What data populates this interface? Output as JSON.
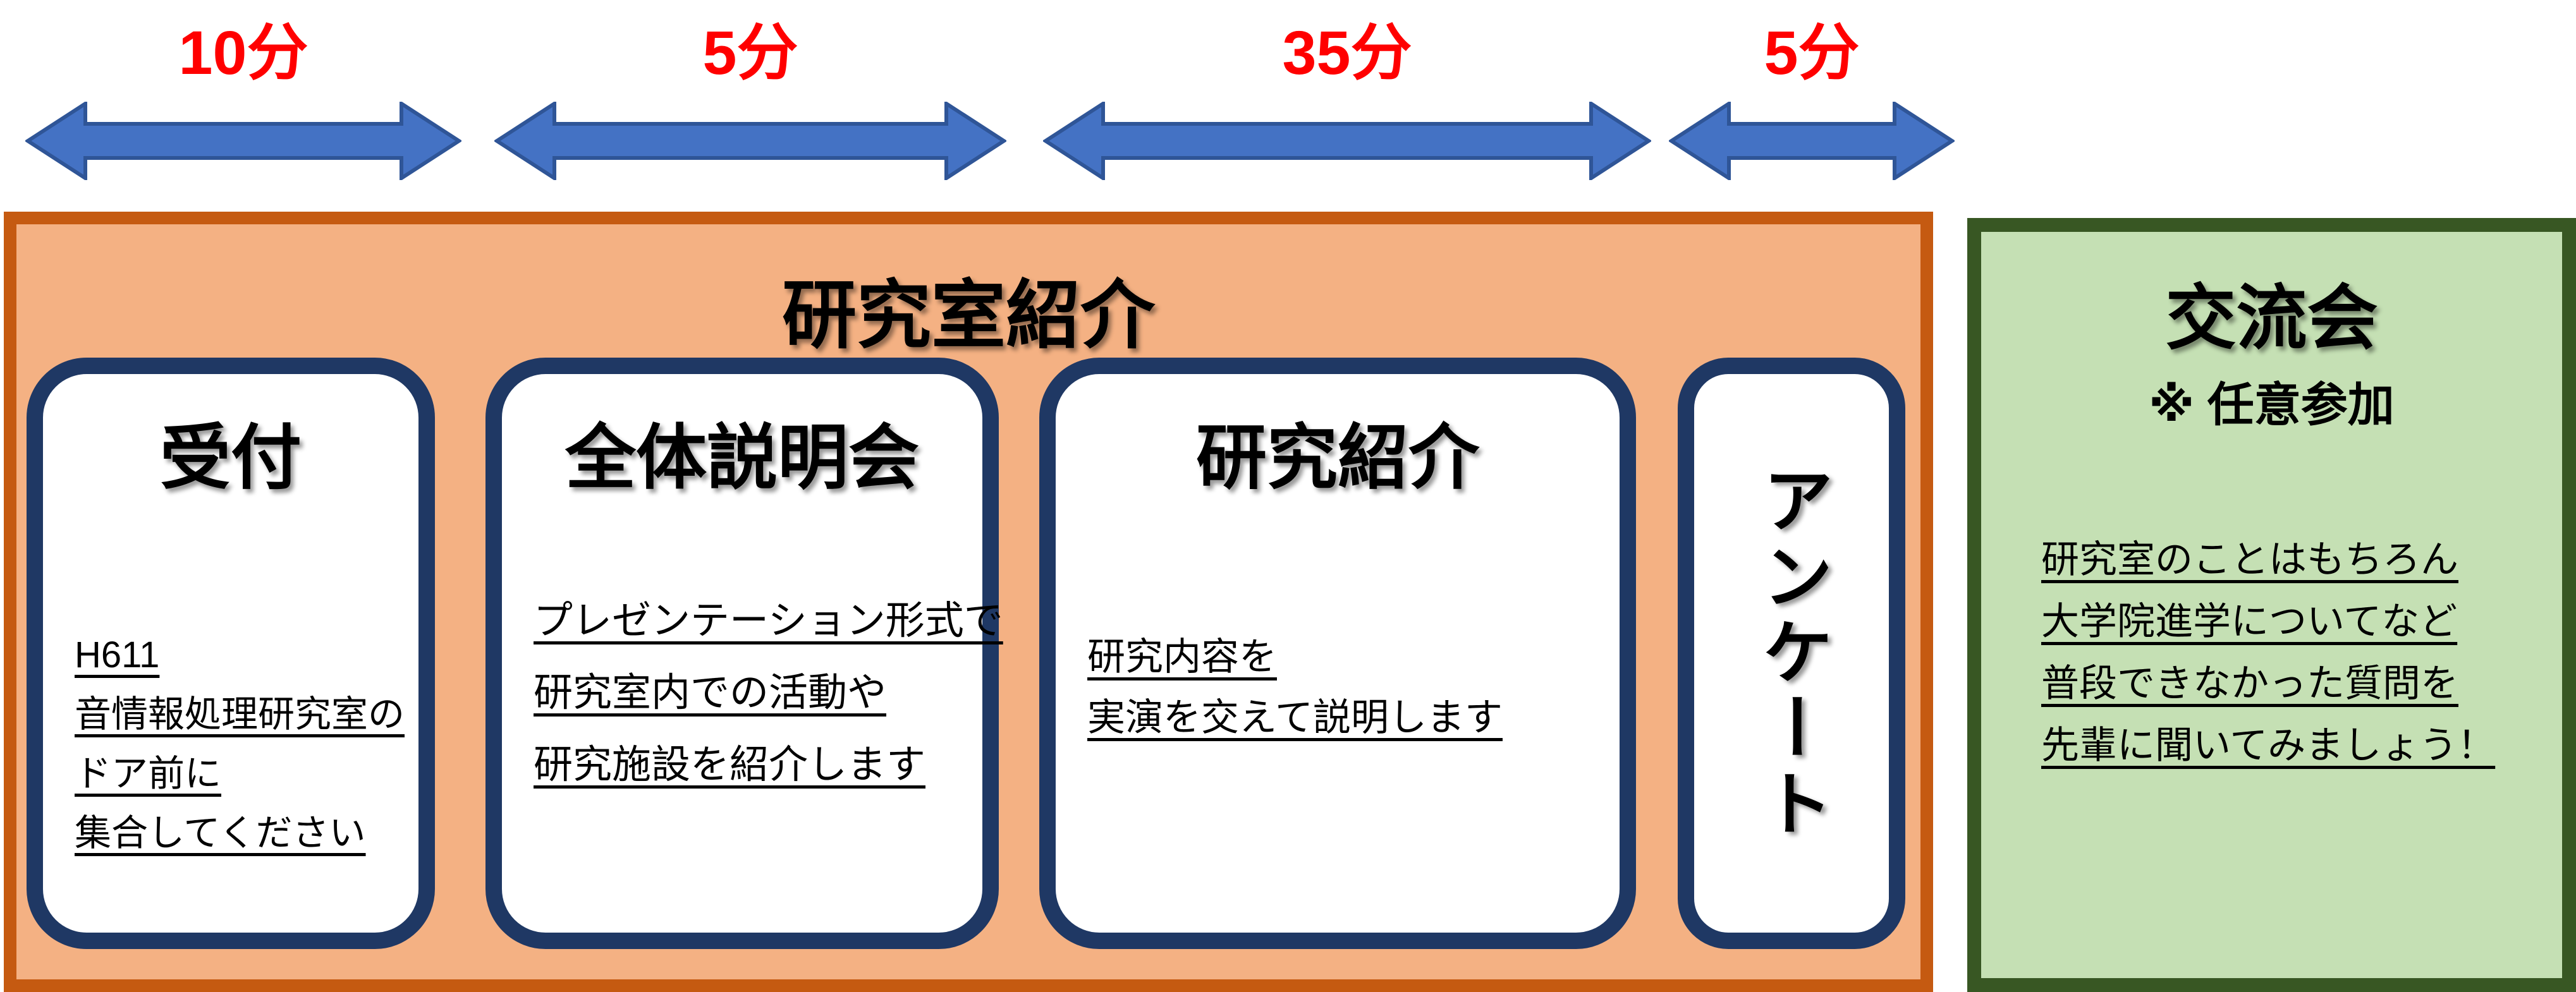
{
  "timeline": {
    "segments": [
      {
        "duration": "10分"
      },
      {
        "duration": "5分"
      },
      {
        "duration": "35分"
      },
      {
        "duration": "5分"
      }
    ]
  },
  "lab_intro": {
    "title": "研究室紹介",
    "steps": [
      {
        "title": "受付",
        "lines": [
          "H611",
          "音情報処理研究室の",
          "ドア前に",
          "集合してください"
        ]
      },
      {
        "title": "全体説明会",
        "lines": [
          "プレゼンテーション形式で",
          "研究室内での活動や",
          "研究施設を紹介します"
        ]
      },
      {
        "title": "研究紹介",
        "lines": [
          "研究内容を",
          "実演を交えて説明します"
        ]
      },
      {
        "title": "アンケート",
        "lines": []
      }
    ]
  },
  "social": {
    "title": "交流会",
    "note": "※ 任意参加",
    "lines": [
      "研究室のことはもちろん",
      "大学院進学についてなど",
      "普段できなかった質問を",
      "先輩に聞いてみましょう！"
    ]
  },
  "colors": {
    "arrow_fill": "#4472C4",
    "arrow_outline": "#2F5597",
    "duration_text": "#FF0000",
    "lab_panel_fill": "#F4B183",
    "lab_panel_border": "#C55A11",
    "card_fill": "#FFFFFF",
    "card_border": "#1F3864",
    "social_panel_fill": "#C5E0B4",
    "social_panel_border": "#385723",
    "text": "#000000"
  }
}
